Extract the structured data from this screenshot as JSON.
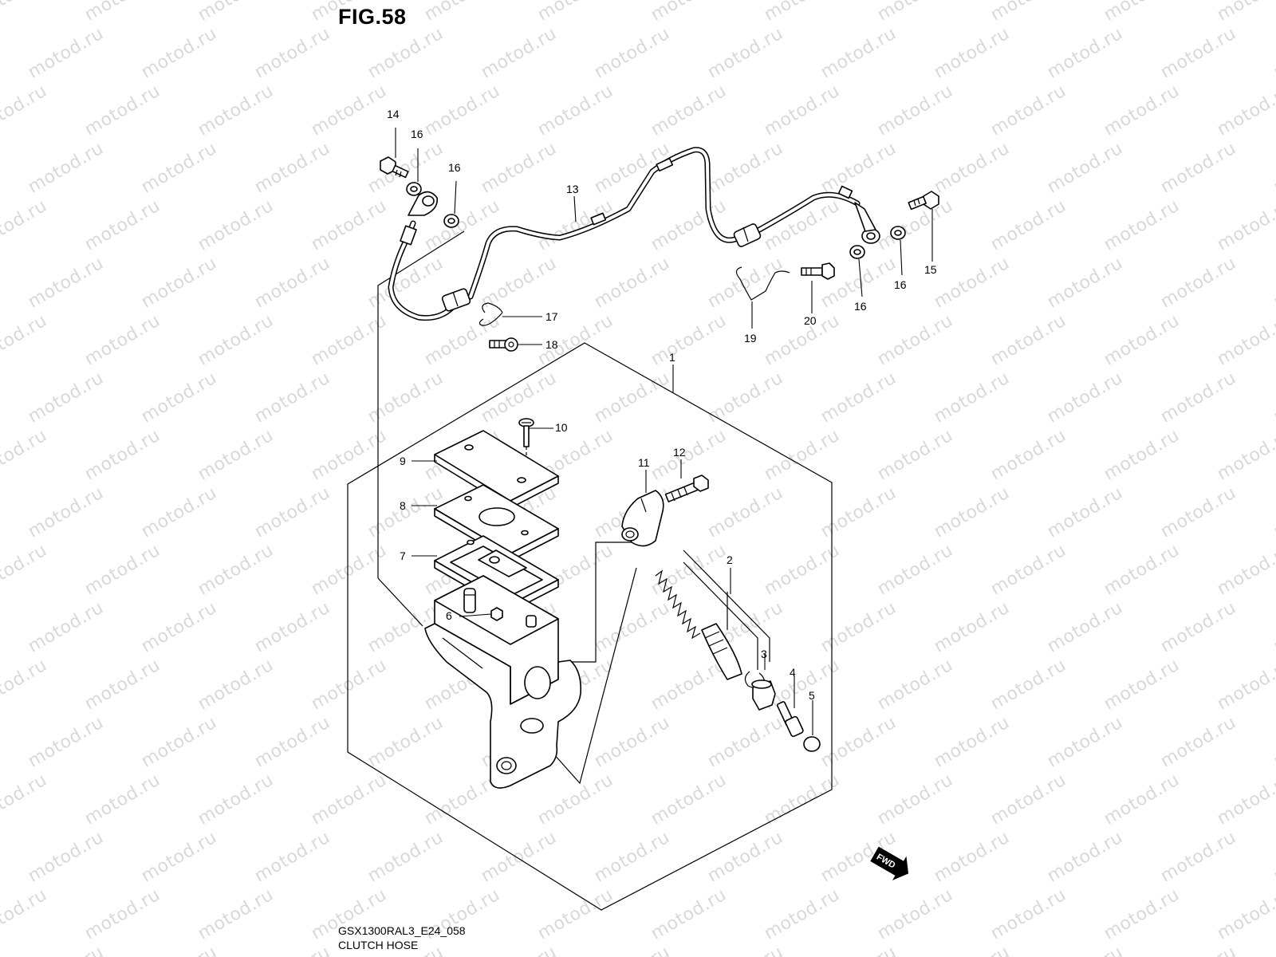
{
  "figure": {
    "title": "FIG.58"
  },
  "watermark": {
    "text": "motod.ru",
    "color": "#d9d9d9"
  },
  "callouts": [
    "1",
    "2",
    "3",
    "4",
    "5",
    "6",
    "7",
    "8",
    "9",
    "10",
    "11",
    "12",
    "13",
    "14",
    "15",
    "16",
    "16",
    "16",
    "16",
    "17",
    "18",
    "19",
    "20"
  ],
  "direction_badge": {
    "label": "FWD",
    "icon": "arrow-right-icon"
  },
  "footer": {
    "code": "GSX1300RAL3_E24_058",
    "caption": "CLUTCH HOSE"
  }
}
